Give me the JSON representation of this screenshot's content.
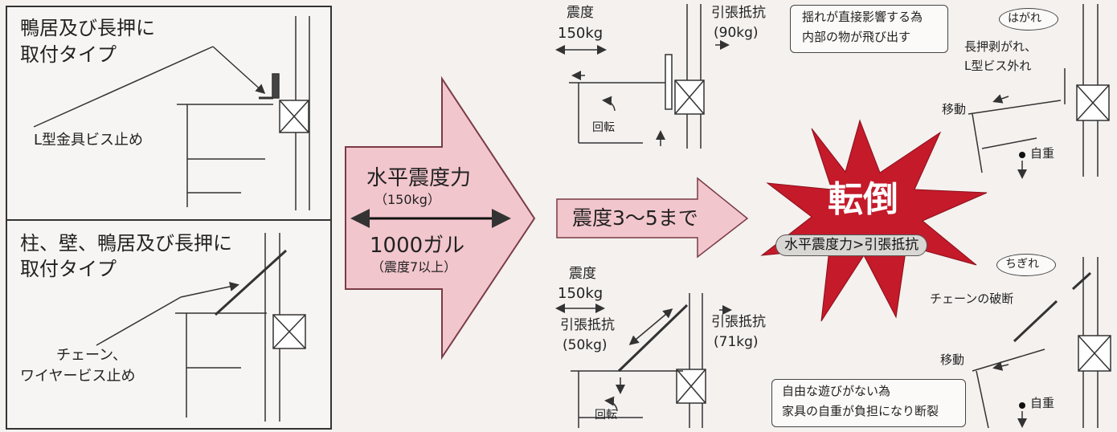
{
  "type1": {
    "title_line1": "鴨居及び長押に",
    "title_line2": "取付タイプ",
    "fixing_label": "L型金具ビス止め"
  },
  "type2": {
    "title_line1": "柱、壁、鴨居及び長押に",
    "title_line2": "取付タイプ",
    "fixing_label_line1": "チェーン、",
    "fixing_label_line2": "ワイヤービス止め"
  },
  "big_arrow": {
    "label": "水平震度力",
    "force": "（150kg）",
    "accel": "1000ガル",
    "intensity": "（震度7以上）"
  },
  "mid_arrow": {
    "label": "震度3〜5まで"
  },
  "top_case": {
    "seismic_label": "震度",
    "seismic_value": "150kg",
    "tension_label": "引張抵抗",
    "tension_value": "(90kg)",
    "rotation_label": "回転"
  },
  "bottom_case": {
    "seismic_label": "震度",
    "seismic_value": "150kg",
    "resist_label": "引張抵抗",
    "resist_value": "(50kg)",
    "tension_label": "引張抵抗",
    "tension_value": "(71kg)",
    "rotation_label": "回転"
  },
  "burst": {
    "title": "転倒",
    "caption": "水平震度力>引張抵抗",
    "color": "#c41a2a"
  },
  "result_top": {
    "note_line1": "揺れが直接影響する為",
    "note_line2": "内部の物が飛び出す",
    "tag": "はがれ",
    "detail_line1": "長押剥がれ、",
    "detail_line2": "L型ビス外れ",
    "move_label": "移動",
    "weight_label": "自重"
  },
  "result_bottom": {
    "tag": "ちぎれ",
    "detail": "チェーンの破断",
    "move_label": "移動",
    "note_line1": "自由な遊びがない為",
    "note_line2": "家具の自重が負担になり断裂",
    "weight_label": "自重"
  },
  "colors": {
    "arrow_fill": "#f2c6cd",
    "arrow_stroke": "#7a3b45",
    "burst_fill": "#c41a2a",
    "burst_text": "#ffffff",
    "line": "#333333"
  }
}
